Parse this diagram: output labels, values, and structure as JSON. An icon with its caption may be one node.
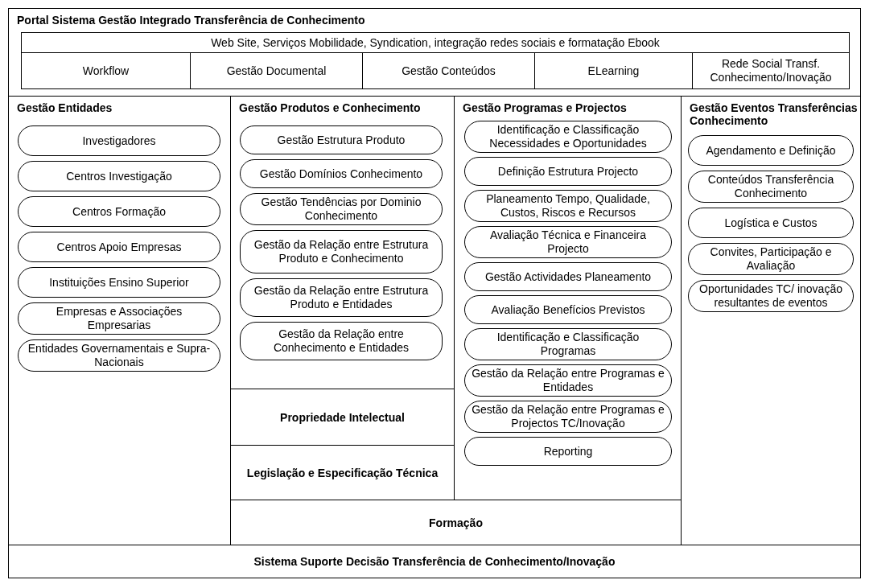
{
  "diagram": {
    "nodes": [
      {
        "text": [
          "Portal Sistema Gestão Integrado Transferência de Conhecimento"
        ]
      },
      {
        "text": [
          "Web Site,  Serviços Mobilidade, Syndication, integração redes sociais e formatação Ebook"
        ],
        "in": 0
      },
      {
        "text": [
          "Workflow"
        ],
        "in": 0
      },
      {
        "text": [
          "Gestão Documental"
        ],
        "in": 0
      },
      {
        "text": [
          "Gestão Conteúdos"
        ],
        "in": 0
      },
      {
        "text": [
          "ELearning"
        ],
        "in": 0
      },
      {
        "text": [
          "Rede Social Transf. Conhecimento/Inovação"
        ],
        "in": 0
      },
      {
        "text": [
          "Gestão Entidades"
        ]
      },
      {
        "text": [
          "Investigadores"
        ],
        "in": 7
      },
      {
        "text": [
          "Centros Investigação"
        ],
        "in": 7
      },
      {
        "text": [
          "Centros Formação"
        ],
        "in": 7
      },
      {
        "text": [
          "Centros Apoio Empresas"
        ],
        "in": 7
      },
      {
        "text": [
          "Instituições Ensino Superior"
        ],
        "in": 7
      },
      {
        "text": [
          "Empresas e Associações Empresarias"
        ],
        "in": 7
      },
      {
        "text": [
          "Entidades Governamentais e Supra-Nacionais"
        ],
        "in": 7
      },
      {
        "text": [
          "Gestão Produtos e Conhecimento"
        ]
      },
      {
        "text": [
          "Gestão Estrutura Produto"
        ],
        "in": 15
      },
      {
        "text": [
          "Gestão Domínios Conhecimento"
        ],
        "in": 15
      },
      {
        "text": [
          "Gestão Tendências por Dominio Conhecimento"
        ],
        "in": 15
      },
      {
        "text": [
          "Gestão da Relação entre Estrutura Produto e Conhecimento"
        ],
        "in": 15
      },
      {
        "text": [
          "Gestão da Relação entre Estrutura Produto e Entidades"
        ],
        "in": 15
      },
      {
        "text": [
          "Gestão da Relação entre Conhecimento e Entidades"
        ],
        "in": 15
      },
      {
        "text": [
          "Propriedade Intelectual"
        ]
      },
      {
        "text": [
          "Legislação e Especificação Técnica"
        ]
      },
      {
        "text": [
          "Gestão Programas e Projectos"
        ]
      },
      {
        "text": [
          "Identificação e Classificação Necessidades e Oportunidades"
        ],
        "in": 24
      },
      {
        "text": [
          "Definição Estrutura Projecto"
        ],
        "in": 24
      },
      {
        "text": [
          "Planeamento Tempo, Qualidade, Custos, Riscos e Recursos"
        ],
        "in": 24
      },
      {
        "text": [
          "Avaliação Técnica e Financeira Projecto"
        ],
        "in": 24
      },
      {
        "text": [
          "Gestão Actividades Planeamento"
        ],
        "in": 24
      },
      {
        "text": [
          "Avaliação Benefícios Previstos"
        ],
        "in": 24
      },
      {
        "text": [
          "Identificação e Classificação Programas"
        ],
        "in": 24
      },
      {
        "text": [
          "Gestão da Relação entre Programas e Entidades"
        ],
        "in": 24
      },
      {
        "text": [
          "Gestão da Relação entre Programas e Projectos TC/Inovação"
        ],
        "in": 24
      },
      {
        "text": [
          "Reporting"
        ],
        "in": 24
      },
      {
        "text": [
          "Gestão Eventos Transferências Conhecimento"
        ]
      },
      {
        "text": [
          "Agendamento e Definição"
        ],
        "in": 35
      },
      {
        "text": [
          "Conteúdos Transferência Conhecimento"
        ],
        "in": 35
      },
      {
        "text": [
          "Logística e Custos"
        ],
        "in": 35
      },
      {
        "text": [
          "Convites, Participação e Avaliação"
        ],
        "in": 35
      },
      {
        "text": [
          "Oportunidades TC/ inovação resultantes de eventos"
        ],
        "in": 35
      },
      {
        "text": [
          "Formação"
        ]
      },
      {
        "text": [
          "Sistema Suporte Decisão Transferência de Conhecimento/Inovação"
        ]
      }
    ]
  }
}
